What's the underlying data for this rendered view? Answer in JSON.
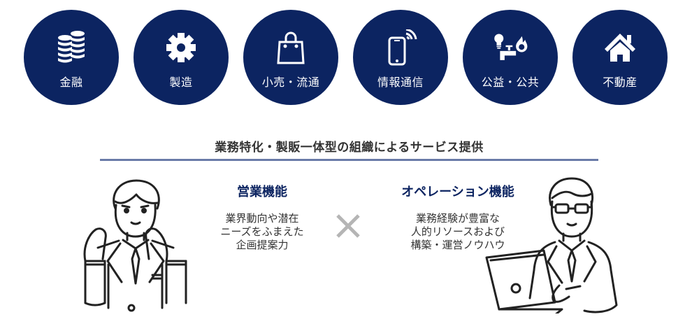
{
  "industries": [
    {
      "label": "金融",
      "icon": "coins-icon"
    },
    {
      "label": "製造",
      "icon": "gear-icon"
    },
    {
      "label": "小売・流通",
      "icon": "shopping-bag-icon"
    },
    {
      "label": "情報通信",
      "icon": "smartphone-signal-icon"
    },
    {
      "label": "公益・公共",
      "icon": "utilities-icon"
    },
    {
      "label": "不動産",
      "icon": "house-icon"
    }
  ],
  "headline": "業務特化・製販一体型の組織によるサービス提供",
  "sales": {
    "title": "営業機能",
    "desc_lines": [
      "業界動向や潜在",
      "ニーズをふまえた",
      "企画提案力"
    ]
  },
  "operations": {
    "title": "オペレーション機能",
    "desc_lines": [
      "業務経験が豊富な",
      "人的リソースおよび",
      "構築・運営ノウハウ"
    ]
  },
  "operator_symbol": "times-icon",
  "colors": {
    "navy": "#0c2461",
    "divider": "#6a7ba8",
    "times": "#b5b5b5",
    "text": "#333333"
  }
}
